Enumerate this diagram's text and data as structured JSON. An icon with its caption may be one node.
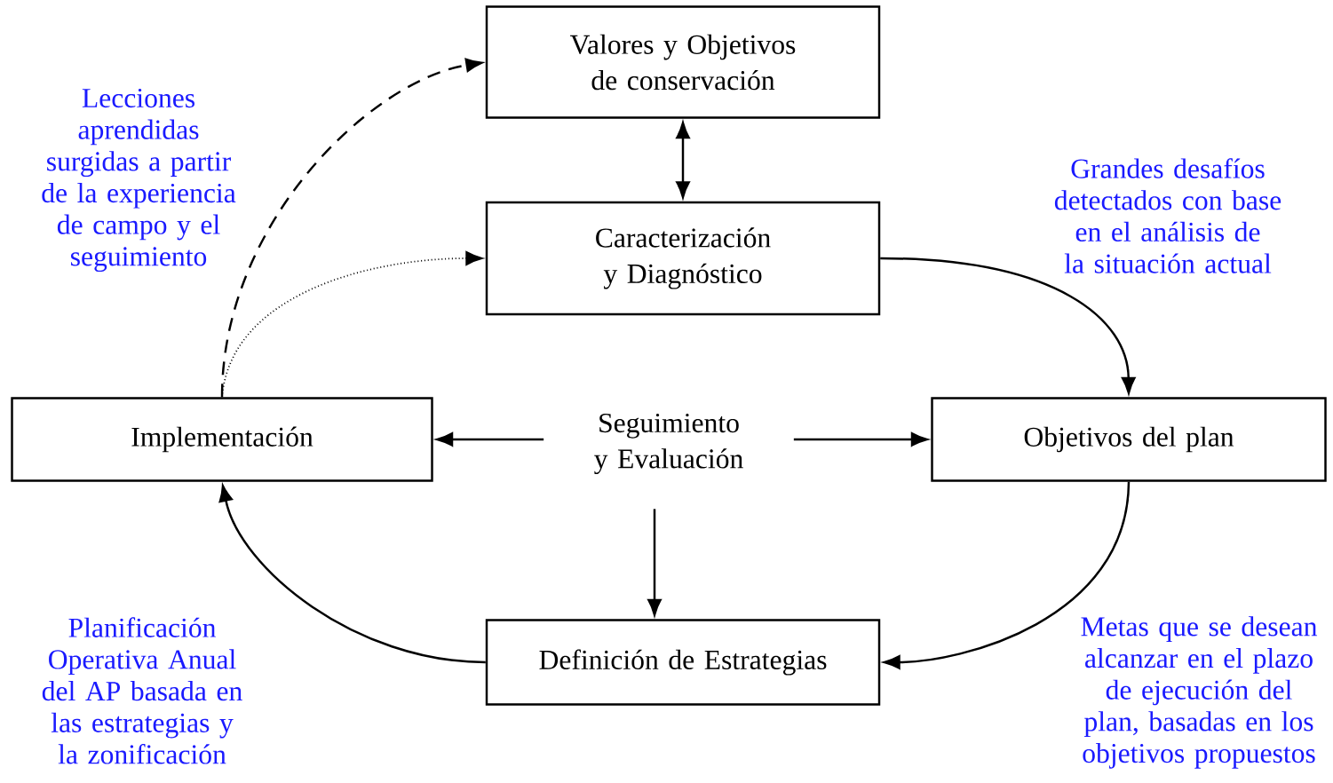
{
  "diagram": {
    "nodes": [
      {
        "text": [
          "Valores y Objetivos de conservación"
        ]
      },
      {
        "text": [
          "Caracterización y Diagnóstico"
        ]
      },
      {
        "text": [
          "Implementación"
        ]
      },
      {
        "text": [
          "Seguimiento y Evaluación"
        ]
      },
      {
        "text": [
          "Objetivos del plan"
        ]
      },
      {
        "text": [
          "Definición de Estrategias"
        ]
      }
    ],
    "edges": [
      {
        "from": 0,
        "to": 1,
        "arrow": "both"
      },
      {
        "from": 1,
        "to": 4,
        "arrow": "to",
        "label": "Grandes desafíos detectados con base en el análisis de la situación actual"
      },
      {
        "from": 4,
        "to": 5,
        "arrow": "to",
        "label": "Metas que se desean alcanzar en el plazo de ejecución del plan, basadas en los objetivos propuestos"
      },
      {
        "from": 5,
        "to": 2,
        "arrow": "to",
        "label": "Planificación Operativa Anual del AP basada en las estrategias y la zonificación"
      },
      {
        "from": 2,
        "to": 0,
        "arrow": "to",
        "style": "dashed",
        "label": "Lecciones aprendidas surgidas a partir de la experiencia de campo y el seguimiento"
      },
      {
        "from": 2,
        "to": 1,
        "arrow": "to",
        "style": "dashed"
      },
      {
        "from": 3,
        "to": 2,
        "arrow": "to"
      },
      {
        "from": 3,
        "to": 4,
        "arrow": "to"
      },
      {
        "from": 3,
        "to": 5,
        "arrow": "to"
      }
    ]
  }
}
